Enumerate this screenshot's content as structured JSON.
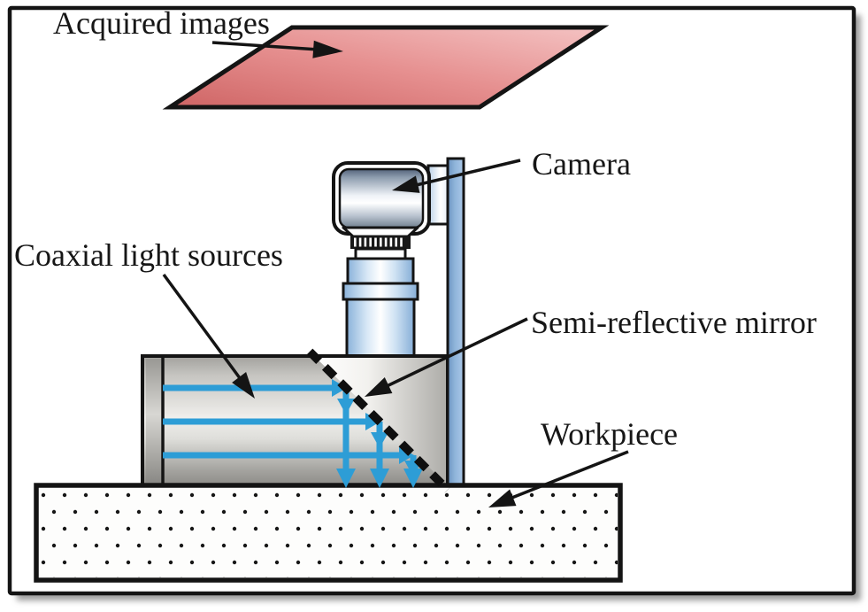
{
  "figure": {
    "type": "coaxial-lighting-machine-vision-schematic",
    "labels": {
      "acquired_images": "Acquired images",
      "camera": "Camera",
      "coaxial_light_sources": "Coaxial light sources",
      "semi_reflective_mirror": "Semi-reflective mirror",
      "workpiece": "Workpiece"
    },
    "colors": {
      "acquired_image_plane_red": "#e08484",
      "light_ray_blue": "#2d9dd6",
      "camera_stand_blue": "#88aed7",
      "outline_black": "#141414",
      "light_box_gray": "#c6c5c1"
    }
  }
}
